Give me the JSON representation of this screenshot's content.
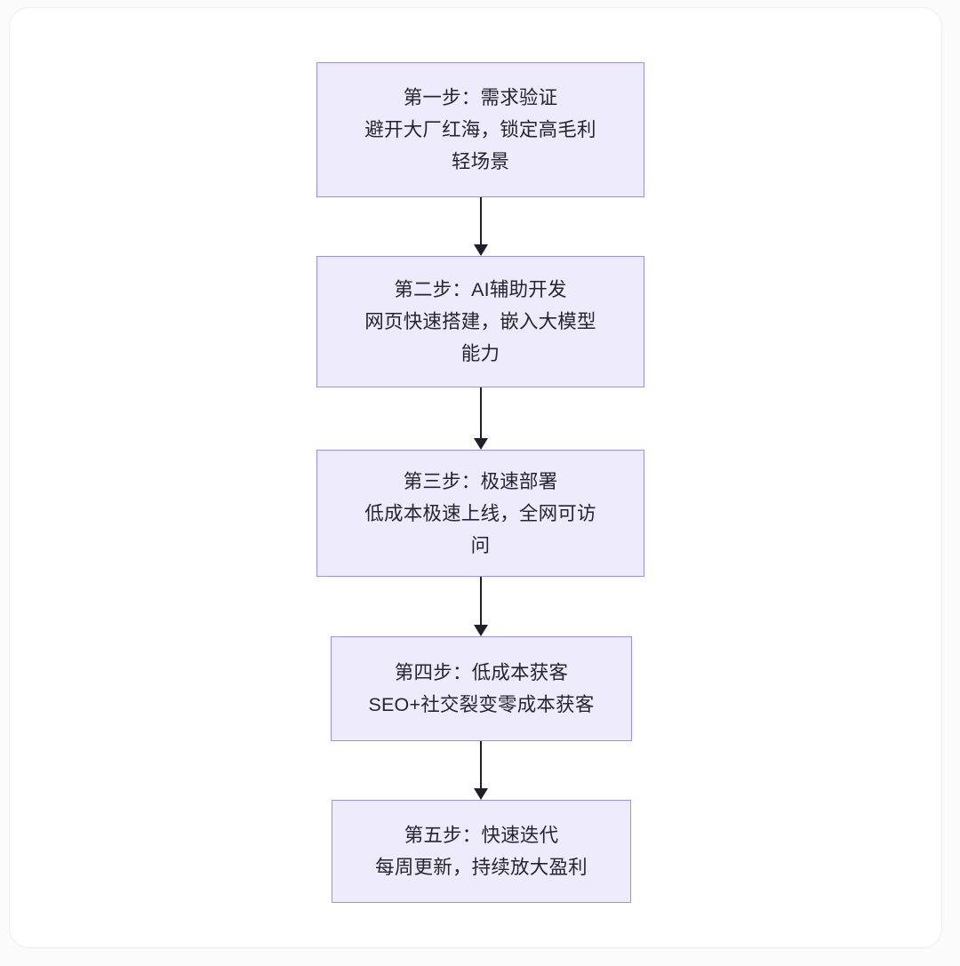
{
  "diagram": {
    "type": "flowchart",
    "orientation": "top-to-bottom",
    "theme": {
      "node_fill": "#eeebfc",
      "node_border": "#9f91dd",
      "text_color": "#25252f",
      "arrow_color": "#1f1f2b",
      "card_background": "#ffffff",
      "page_background": "#fbfbfb"
    },
    "nodes": [
      {
        "id": "step-1",
        "step_label": "第一步：需求验证",
        "detail": "避开大厂红海，锁定高毛利轻场景",
        "text": "第一步：需求验证\n避开大厂红海，锁定高毛利\n轻场景"
      },
      {
        "id": "step-2",
        "step_label": "第二步：AI辅助开发",
        "detail": "网页快速搭建，嵌入大模型能力",
        "text": "第二步：AI辅助开发\n网页快速搭建，嵌入大模型\n能力"
      },
      {
        "id": "step-3",
        "step_label": "第三步：极速部署",
        "detail": "低成本极速上线，全网可访问",
        "text": "第三步：极速部署\n低成本极速上线，全网可访\n问"
      },
      {
        "id": "step-4",
        "step_label": "第四步：低成本获客",
        "detail": "SEO+社交裂变零成本获客",
        "text": "第四步：低成本获客\nSEO+社交裂变零成本获客"
      },
      {
        "id": "step-5",
        "step_label": "第五步：快速迭代",
        "detail": "每周更新，持续放大盈利",
        "text": "第五步：快速迭代\n每周更新，持续放大盈利"
      }
    ],
    "edges": [
      {
        "id": "edge-1-2",
        "from": "step-1",
        "to": "step-2",
        "label": ""
      },
      {
        "id": "edge-2-3",
        "from": "step-2",
        "to": "step-3",
        "label": ""
      },
      {
        "id": "edge-3-4",
        "from": "step-3",
        "to": "step-4",
        "label": ""
      },
      {
        "id": "edge-4-5",
        "from": "step-4",
        "to": "step-5",
        "label": ""
      }
    ]
  }
}
